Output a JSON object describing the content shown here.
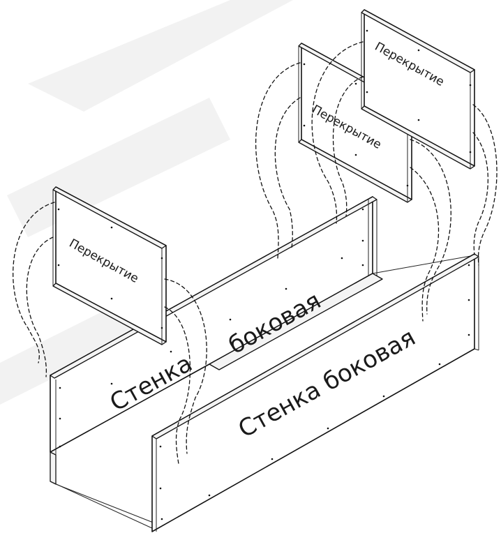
{
  "labels": {
    "panel_top_right": "Перекрытие",
    "panel_middle": "Перекрытие",
    "panel_left": "Перекрытие",
    "wall_back_line1": "боковая",
    "wall_back_line2": "Стенка",
    "wall_front": "Стенка боковая"
  }
}
